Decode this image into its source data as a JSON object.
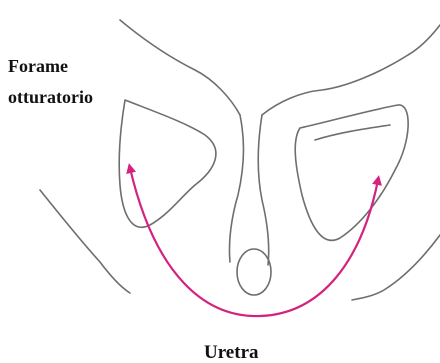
{
  "labels": {
    "foramen_line1": "Forame",
    "foramen_line2": "otturatorio",
    "urethra": "Uretra"
  },
  "colors": {
    "outline": "#6e6e6e",
    "arrow": "#d4237f",
    "text": "#111111"
  }
}
